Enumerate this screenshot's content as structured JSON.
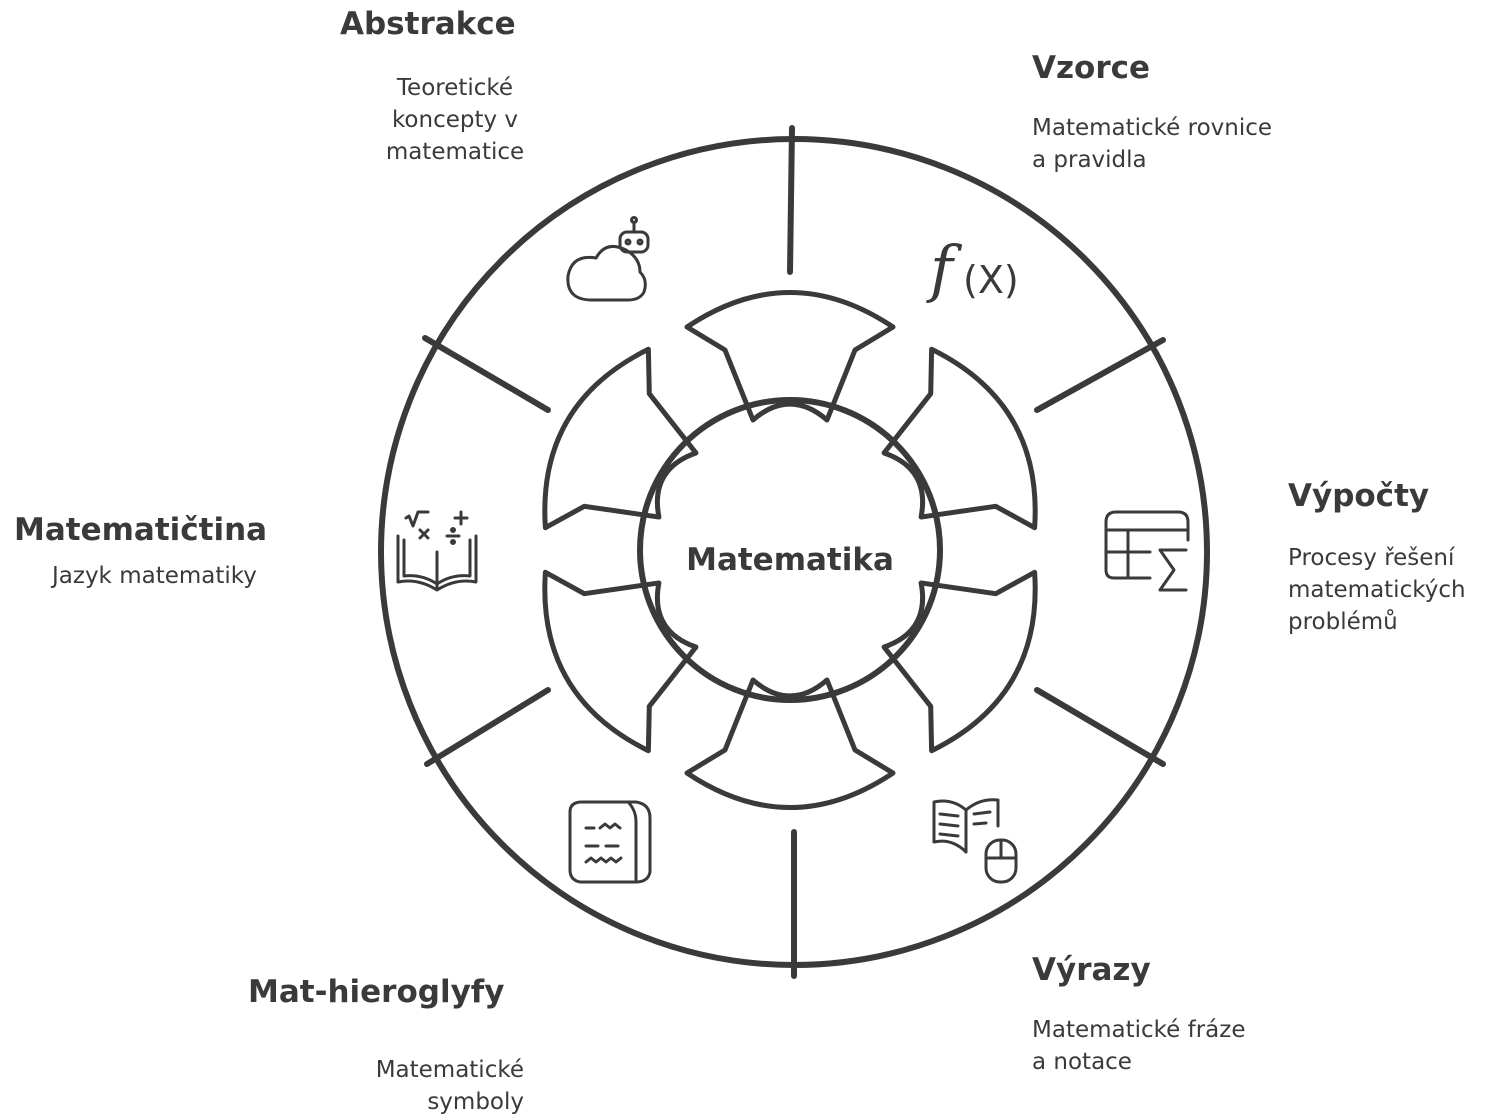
{
  "center": {
    "title": "Matematika"
  },
  "segments": [
    {
      "id": "abstrakce",
      "title": "Abstrakce",
      "desc": [
        "Teoretické",
        "koncepty v",
        "matematice"
      ],
      "icon": "cloud-robot-icon"
    },
    {
      "id": "vzorce",
      "title": "Vzorce",
      "desc": [
        "Matematické rovnice",
        "a pravidla"
      ],
      "icon": "function-fx-icon"
    },
    {
      "id": "vypocty",
      "title": "Výpočty",
      "desc": [
        "Procesy řešení",
        "matematických",
        "problémů"
      ],
      "icon": "spreadsheet-sum-icon"
    },
    {
      "id": "vyrazy",
      "title": "Výrazy",
      "desc": [
        "Matematické fráze",
        "a notace"
      ],
      "icon": "open-book-mouse-icon"
    },
    {
      "id": "mathieroglyfy",
      "title": "Mat-hieroglyfy",
      "desc": [
        "Matematické",
        "symboly"
      ],
      "icon": "tablet-squiggles-icon"
    },
    {
      "id": "matematictina",
      "title": "Matematičtina",
      "desc": [
        "Jazyk matematiky"
      ],
      "icon": "math-book-icon"
    }
  ],
  "colors": {
    "stroke": "#3a3a3a",
    "background": "#ffffff",
    "text": "#3a3a3a"
  }
}
